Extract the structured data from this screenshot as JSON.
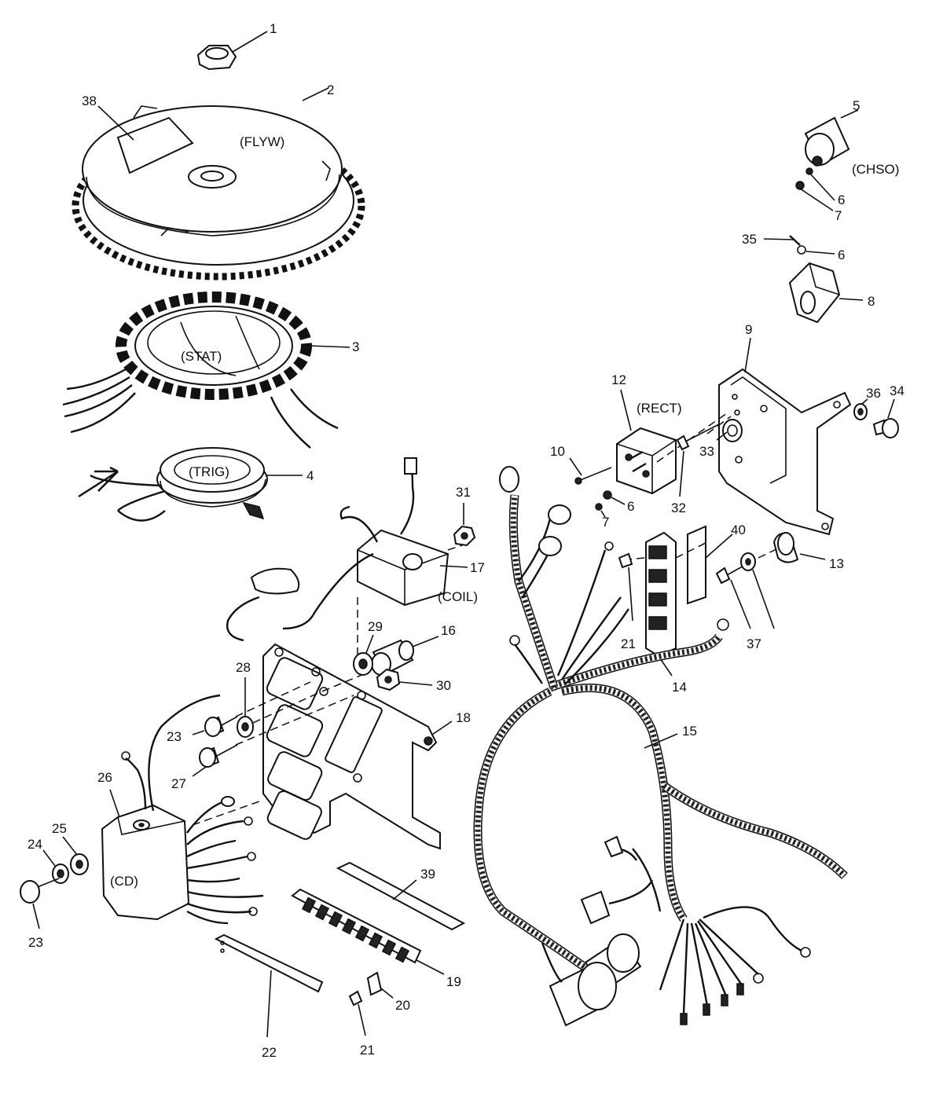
{
  "callouts": {
    "c1": "1",
    "c2": "2",
    "c3": "3",
    "c4": "4",
    "c5": "5",
    "c6a": "6",
    "c6b": "6",
    "c6c": "6",
    "c7a": "7",
    "c7b": "7",
    "c8": "8",
    "c9": "9",
    "c10": "10",
    "c12": "12",
    "c13": "13",
    "c14": "14",
    "c15": "15",
    "c16": "16",
    "c17": "17",
    "c18": "18",
    "c19": "19",
    "c20": "20",
    "c21a": "21",
    "c21b": "21",
    "c22": "22",
    "c23a": "23",
    "c23b": "23",
    "c24": "24",
    "c25": "25",
    "c26": "26",
    "c27": "27",
    "c28": "28",
    "c29": "29",
    "c30": "30",
    "c31": "31",
    "c32": "32",
    "c33": "33",
    "c34": "34",
    "c35": "35",
    "c36": "36",
    "c37": "37",
    "c38": "38",
    "c39": "39",
    "c40": "40"
  },
  "part_labels": {
    "flywheel": "(FLYW)",
    "stator": "(STAT)",
    "trigger": "(TRIG)",
    "choke_solenoid": "(CHSO)",
    "rectifier": "(RECT)",
    "coil": "(COIL)",
    "cd_module": "(CD)"
  }
}
